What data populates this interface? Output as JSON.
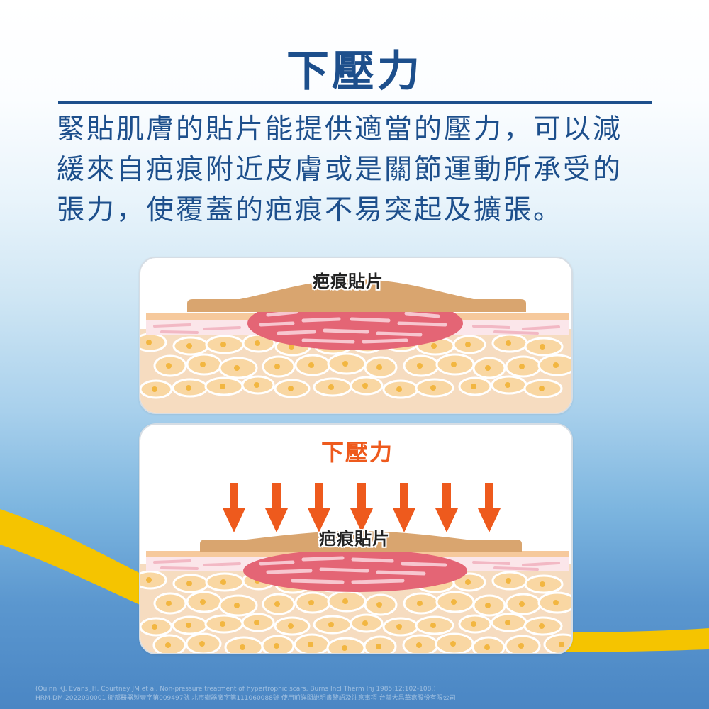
{
  "title": "下壓力",
  "description": {
    "line1": "緊貼肌膚的貼片能提供適當的壓力，可以減",
    "line2": "緩來自疤痕附近皮膚或是關節運動所承受的",
    "line3": "張力，使覆蓋的疤痕不易突起及擴張。"
  },
  "panel_top": {
    "patch_label": "疤痕貼片"
  },
  "panel_bottom": {
    "pressure_label": "下壓力",
    "patch_label": "疤痕貼片",
    "arrow_count": 7,
    "arrow_color": "#ee5a1d"
  },
  "footer": {
    "citation": "(Quinn KJ, Evans JH, Courtney JM et al. Non-pressure treatment of hypertrophic scars. Burns Incl Therm Inj 1985;12:102-108.)",
    "license": "HRM-DM-2022090001 衛部醫器製壹字第009497號 北市衛器廣字第111060088號  使用前詳閱說明書警語及注意事項 台灣大昌華嘉股份有限公司"
  },
  "colors": {
    "title": "#1d4f8c",
    "pressure": "#ee5a1d",
    "swoosh": "#f5c400",
    "patch": "#d9a56f",
    "scar": "#e86a78",
    "fat_cell": "#f9d7a3"
  }
}
